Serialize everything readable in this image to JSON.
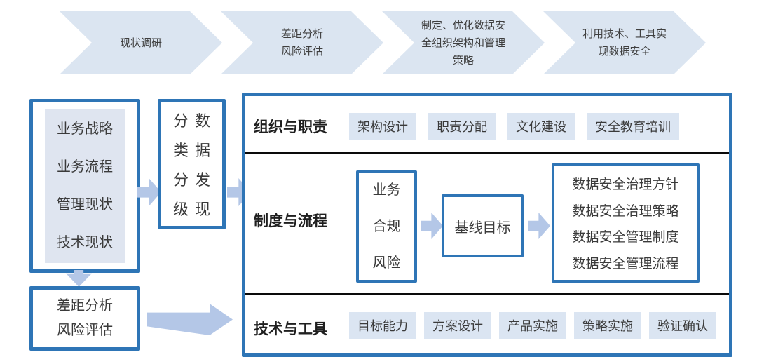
{
  "colors": {
    "border_blue": "#2e75b6",
    "light_fill": "#dbe5f1",
    "chip_fill": "#dbe5f2",
    "panel_fill": "#dfe5f0",
    "arrow_fill": "#b4c7e7",
    "divider": "#0a0a0a",
    "text": "#3a3a3a"
  },
  "process_steps": [
    {
      "lines": [
        "现状调研"
      ]
    },
    {
      "lines": [
        "差距分析",
        "风险评估"
      ]
    },
    {
      "lines": [
        "制定、优化数据安",
        "全组织架构和管理",
        "策略"
      ]
    },
    {
      "lines": [
        "利用技术、工具实",
        "现数据安全"
      ]
    }
  ],
  "left": {
    "current_state": {
      "items": [
        "业务战略",
        "业务流程",
        "管理现状",
        "技术现状"
      ]
    },
    "gap_analysis": {
      "lines": [
        "差距分析",
        "风险评估"
      ]
    }
  },
  "classify": {
    "columns": [
      "分类分级",
      "数据发现"
    ],
    "cells": [
      "分",
      "数",
      "类",
      "据",
      "分",
      "发",
      "级",
      "现"
    ]
  },
  "main": {
    "rows": [
      {
        "label": "组织与职责",
        "chips": [
          "架构设计",
          "职责分配",
          "文化建设",
          "安全教育培训"
        ]
      },
      {
        "label": "制度与流程",
        "compliance_box": [
          "业务",
          "合规",
          "风险"
        ],
        "baseline_box": "基线目标",
        "outputs_box": [
          "数据安全治理方针",
          "数据安全治理策略",
          "数据安全管理制度",
          "数据安全管理流程"
        ]
      },
      {
        "label": "技术与工具",
        "chips": [
          "目标能力",
          "方案设计",
          "产品实施",
          "策略实施",
          "验证确认"
        ]
      }
    ]
  }
}
